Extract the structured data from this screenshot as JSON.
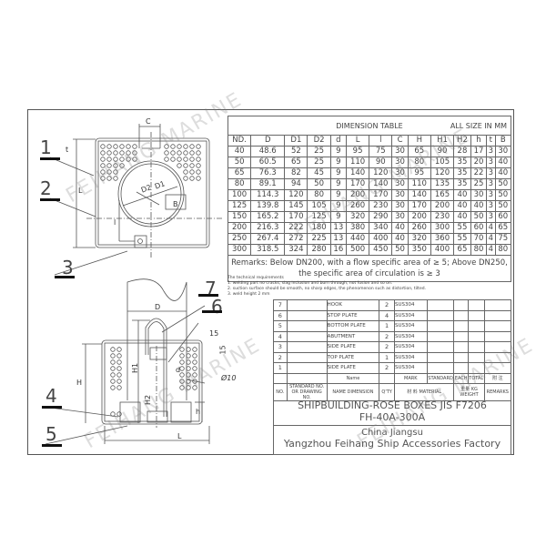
{
  "dimension_table": {
    "title": "DIMENSION TABLE",
    "unit_note": "ALL SIZE IN MM",
    "headers": [
      "ND.",
      "D",
      "D1",
      "D2",
      "d",
      "L",
      "l",
      "C",
      "H",
      "H1",
      "H2",
      "h",
      "t",
      "B"
    ],
    "rows": [
      [
        "40",
        "48.6",
        "52",
        "25",
        "9",
        "95",
        "75",
        "30",
        "65",
        "90",
        "28",
        "17",
        "3",
        "30"
      ],
      [
        "50",
        "60.5",
        "65",
        "25",
        "9",
        "110",
        "90",
        "30",
        "80",
        "105",
        "35",
        "20",
        "3",
        "40"
      ],
      [
        "65",
        "76.3",
        "82",
        "45",
        "9",
        "140",
        "120",
        "30",
        "95",
        "120",
        "35",
        "22",
        "3",
        "40"
      ],
      [
        "80",
        "89.1",
        "94",
        "50",
        "9",
        "170",
        "140",
        "30",
        "110",
        "135",
        "35",
        "25",
        "3",
        "50"
      ],
      [
        "100",
        "114.3",
        "120",
        "80",
        "9",
        "200",
        "170",
        "30",
        "140",
        "165",
        "40",
        "30",
        "3",
        "50"
      ],
      [
        "125",
        "139.8",
        "145",
        "105",
        "9",
        "260",
        "230",
        "30",
        "170",
        "200",
        "40",
        "40",
        "3",
        "50"
      ],
      [
        "150",
        "165.2",
        "170",
        "125",
        "9",
        "320",
        "290",
        "30",
        "200",
        "230",
        "40",
        "50",
        "3",
        "60"
      ],
      [
        "200",
        "216.3",
        "222",
        "180",
        "13",
        "380",
        "340",
        "40",
        "260",
        "300",
        "55",
        "60",
        "4",
        "65"
      ],
      [
        "250",
        "267.4",
        "272",
        "225",
        "13",
        "440",
        "400",
        "40",
        "320",
        "360",
        "55",
        "70",
        "4",
        "75"
      ],
      [
        "300",
        "318.5",
        "324",
        "280",
        "16",
        "500",
        "450",
        "50",
        "350",
        "400",
        "65",
        "80",
        "4",
        "80"
      ]
    ],
    "remarks": "Remarks: Below DN200, with a flow specific area of ≥ 5; Above DN250, the specific area of circulation is ≥ 3"
  },
  "technical_requirements": [
    "The technical requirements",
    "1.  welding part no cracks, slag inclusion and burn through, not fusion and so on.",
    "2. suction surface should be smooth, no sharp edges, the phenomenon such as distortion, tilted.",
    "3. weld height 2 mm"
  ],
  "parts_list": [
    {
      "no": "7",
      "name": "HOOK",
      "qty": "2",
      "material": "SUS304"
    },
    {
      "no": "6",
      "name": "STOP PLATE",
      "qty": "4",
      "material": "SUS304"
    },
    {
      "no": "5",
      "name": "BOTTOM PLATE",
      "qty": "1",
      "material": "SUS304"
    },
    {
      "no": "4",
      "name": "ABUTMENT",
      "qty": "2",
      "material": "SUS304"
    },
    {
      "no": "3",
      "name": "SIDE PLATE",
      "qty": "2",
      "material": "SUS304"
    },
    {
      "no": "2",
      "name": "TOP PLATE",
      "qty": "1",
      "material": "SUS304"
    },
    {
      "no": "1",
      "name": "SIDE PLATE",
      "qty": "2",
      "material": "SUS304"
    }
  ],
  "parts_header": {
    "name_top": "Name",
    "mark": "MARK",
    "standard": "STANDARD",
    "each": "EACH",
    "total": "TOTAL",
    "remarks_top": "附 注",
    "no": "NO.",
    "standard_no": "STANDARD NO. OR DRAWING NO.",
    "name_dimension": "NAME  DIMENSION",
    "qty": "Q'TY",
    "material": "材 料 MATERIAL",
    "weight": "重量 KG WEIGHT",
    "remarks": "REMARKS"
  },
  "title_block": {
    "product": "SHIPBUILDING-ROSE BOXES  JIS F7206",
    "model": "FH-40A-300A",
    "location": "China  Jiangsu",
    "company": "Yangzhou Feihang Ship Accessories Factory"
  },
  "drawing_labels": {
    "callouts": [
      "1",
      "2",
      "3",
      "4",
      "5",
      "6",
      "7"
    ],
    "dims": {
      "C": "C",
      "t": "t",
      "L": "L",
      "l": "l",
      "D2": "D2",
      "D1": "D1",
      "B": "B",
      "D": "D",
      "H": "H",
      "H1": "H1",
      "H2": "H2",
      "h": "h",
      "d": "d",
      "fifteen_a": "15",
      "fifteen_b": "15",
      "phi10": "Ø10"
    }
  },
  "watermark": "FEIHANG MARINE"
}
